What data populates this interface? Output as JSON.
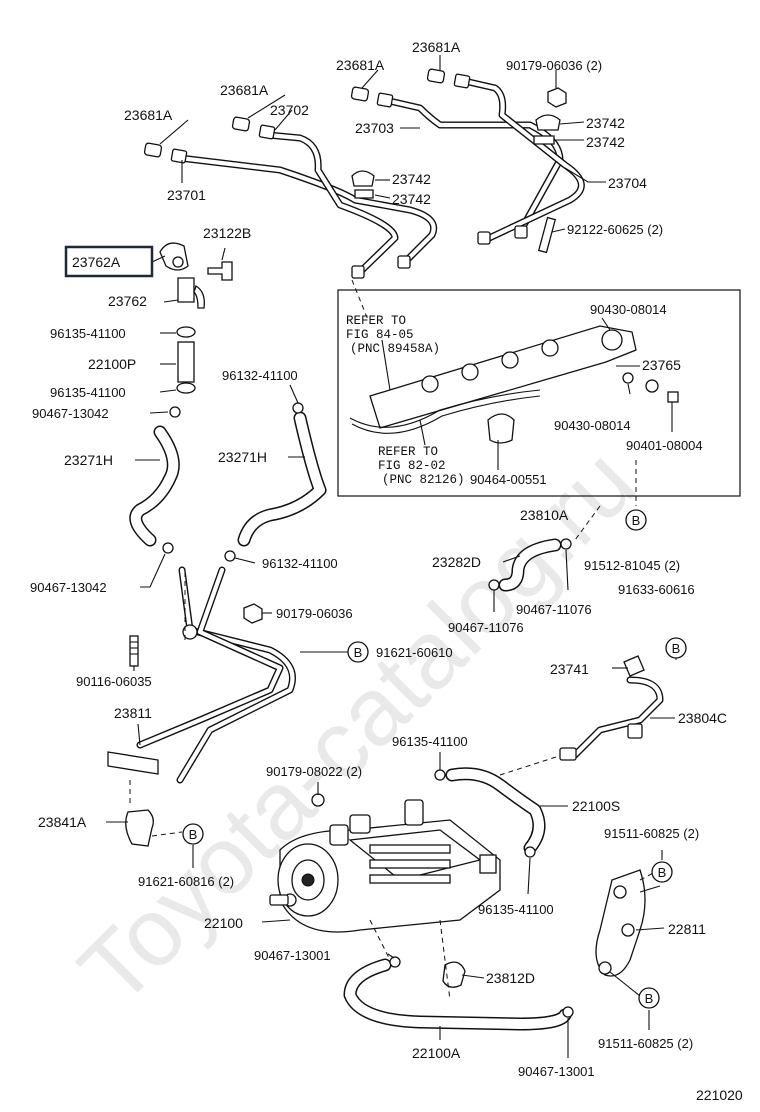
{
  "watermark": "Toyota-catalog.ru",
  "diagram_number": "221020",
  "highlighted_part": "23762A",
  "callouts": {
    "p23681A_1": "23681A",
    "p23681A_2": "23681A",
    "p23681A_3": "23681A",
    "p23681A_4": "23681A",
    "p90179_06036_2": "90179-06036 (2)",
    "p23702": "23702",
    "p23703": "23703",
    "p23742_1": "23742",
    "p23742_2": "23742",
    "p23742_3": "23742",
    "p23742_4": "23742",
    "p23704": "23704",
    "p23701": "23701",
    "p23122B": "23122B",
    "p23762A": "23762A",
    "p92122": "92122-60625 (2)",
    "p23762": "23762",
    "p96135_a": "96135-41100",
    "p22100P": "22100P",
    "p96135_b": "96135-41100",
    "p90467_13042_a": "90467-13042",
    "p96132_a": "96132-41100",
    "p23271H_1": "23271H",
    "p23271H_2": "23271H",
    "p90430_a": "90430-08014",
    "p23765": "23765",
    "p90430_b": "90430-08014",
    "p90401": "90401-08004",
    "p90464": "90464-00551",
    "p23810A": "23810A",
    "p23282D": "23282D",
    "p91512": "91512-81045 (2)",
    "p96132_b": "96132-41100",
    "p90467_13042_b": "90467-13042",
    "p90467_11076_a": "90467-11076",
    "p90467_11076_b": "90467-11076",
    "p91633": "91633-60616",
    "p90179_06036": "90179-06036",
    "p91621_60610": "91621-60610",
    "p90116": "90116-06035",
    "p23741": "23741",
    "p23811": "23811",
    "p23804C": "23804C",
    "p96135_c": "96135-41100",
    "p90179_08022": "90179-08022 (2)",
    "p22100S": "22100S",
    "p23841A": "23841A",
    "p91511_a": "91511-60825 (2)",
    "p91621_60816": "91621-60816 (2)",
    "p96135_d": "96135-41100",
    "p22811": "22811",
    "p22100": "22100",
    "p90467_13001_a": "90467-13001",
    "p23812D": "23812D",
    "p91511_b": "91511-60825 (2)",
    "p22100A": "22100A",
    "p90467_13001_b": "90467-13001"
  },
  "refer_notes": {
    "ref1_line1": "REFER TO",
    "ref1_line2": "FIG 84-05",
    "ref1_line3": "(PNC 89458A)",
    "ref2_line1": "REFER TO",
    "ref2_line2": "FIG 82-02",
    "ref2_line3": "(PNC 82126)"
  },
  "markers": {
    "b_letter": "B"
  }
}
